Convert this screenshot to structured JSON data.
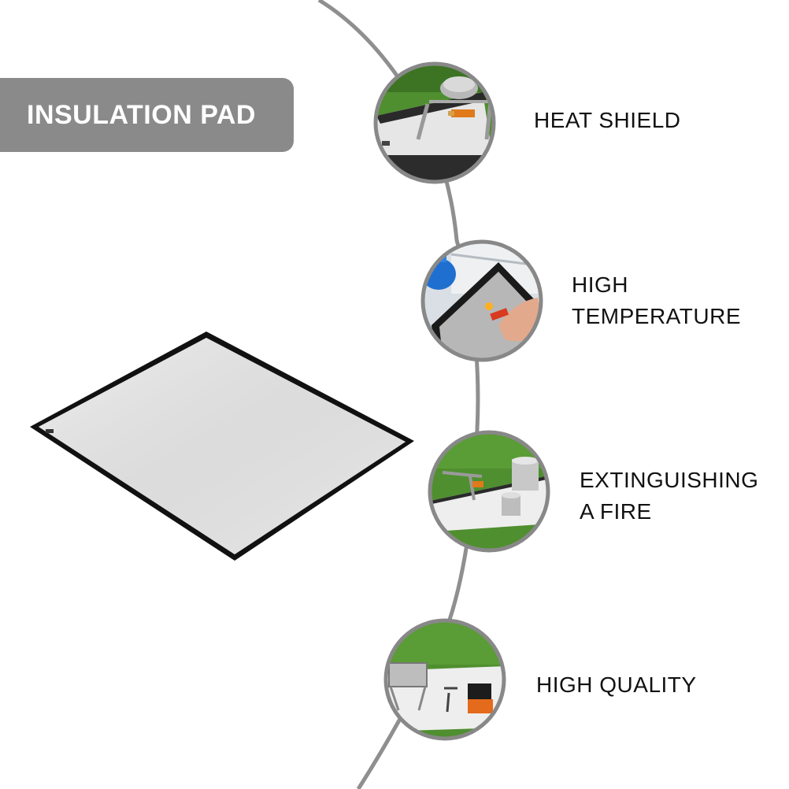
{
  "title": "INSULATION PAD",
  "features": [
    {
      "lines": [
        "HEAT SHIELD"
      ],
      "thumb_icon": "camping-stove-on-pad-icon"
    },
    {
      "lines": [
        "HIGH",
        "TEMPERATURE"
      ],
      "thumb_icon": "lighter-flame-on-pad-icon"
    },
    {
      "lines": [
        "EXTINGUISHING",
        "A FIRE"
      ],
      "thumb_icon": "stove-and-mugs-on-grass-icon"
    },
    {
      "lines": [
        "HIGH QUALITY"
      ],
      "thumb_icon": "grill-and-tools-on-pad-icon"
    }
  ],
  "colors": {
    "banner": "#8a8a8a",
    "arc": "#8f8f8f",
    "ring": "#888888",
    "grass": "#4f8f2f",
    "pad": "#dcdcdc",
    "pad_border": "#111111"
  }
}
